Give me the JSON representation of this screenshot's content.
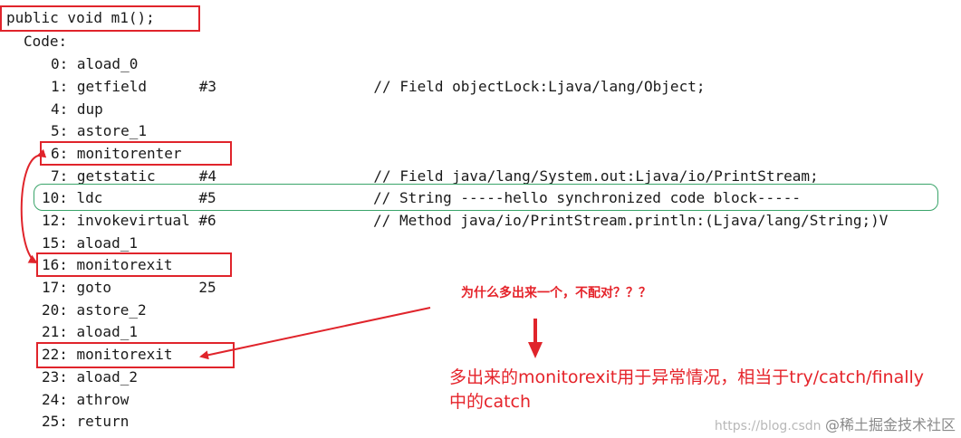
{
  "method_signature": "public void m1();",
  "code_label": "Code:",
  "instructions": [
    {
      "line": "0: aload_0"
    },
    {
      "line": "1: getfield      #3                  // Field objectLock:Ljava/lang/Object;"
    },
    {
      "line": "4: dup"
    },
    {
      "line": "5: astore_1"
    },
    {
      "line": "6: monitorenter"
    },
    {
      "line": "7: getstatic     #4                  // Field java/lang/System.out:Ljava/io/PrintStream;"
    },
    {
      "line": "10: ldc           #5                  // String -----hello synchronized code block-----"
    },
    {
      "line": "12: invokevirtual #6                  // Method java/io/PrintStream.println:(Ljava/lang/String;)V"
    },
    {
      "line": "15: aload_1"
    },
    {
      "line": "16: monitorexit"
    },
    {
      "line": "17: goto          25"
    },
    {
      "line": "20: astore_2"
    },
    {
      "line": "21: aload_1"
    },
    {
      "line": "22: monitorexit"
    },
    {
      "line": "23: aload_2"
    },
    {
      "line": "24: athrow"
    },
    {
      "line": "25: return"
    }
  ],
  "annotations": {
    "question": "为什么多出来一个，不配对？？？",
    "explanation_line1": "多出来的monitorexit用于异常情况，相当于try/catch/finally",
    "explanation_line2": "中的catch"
  },
  "watermark": {
    "url": "https://blog.csdn",
    "handle": "@稀土掘金技术社区"
  },
  "colors": {
    "highlight_red": "#e0242b",
    "highlight_green": "#3aa46a",
    "annotation_red": "#e5232a"
  }
}
